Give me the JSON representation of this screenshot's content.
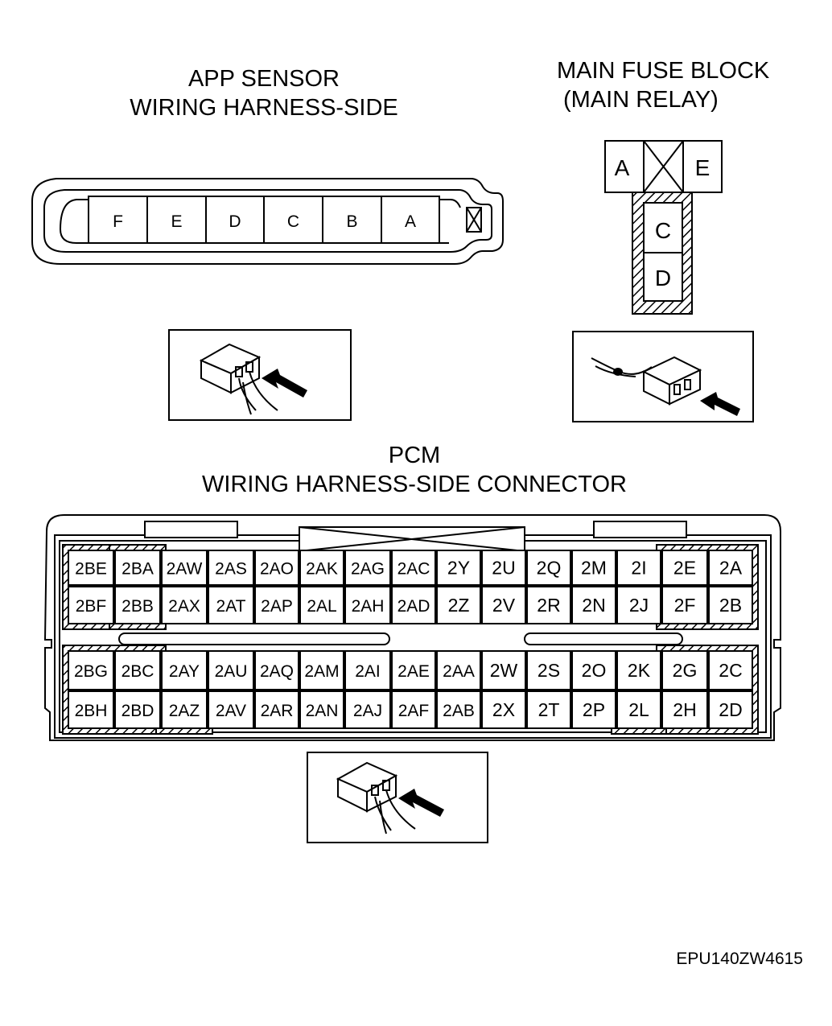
{
  "app_sensor": {
    "title_line1": "APP SENSOR",
    "title_line2": "WIRING HARNESS-SIDE",
    "pins": [
      "F",
      "E",
      "D",
      "C",
      "B",
      "A"
    ]
  },
  "main_fuse_block": {
    "title_line1": "MAIN FUSE BLOCK",
    "title_line2": "(MAIN RELAY)",
    "pins_top": [
      "A",
      "E"
    ],
    "pins_stack": [
      "C",
      "D"
    ]
  },
  "pcm": {
    "title_line1": "PCM",
    "title_line2": "WIRING HARNESS-SIDE CONNECTOR",
    "upper_rows": [
      [
        "2BE",
        "2BA",
        "2AW",
        "2AS",
        "2AO",
        "2AK",
        "2AG",
        "2AC",
        "2Y",
        "2U",
        "2Q",
        "2M",
        "2I",
        "2E",
        "2A"
      ],
      [
        "2BF",
        "2BB",
        "2AX",
        "2AT",
        "2AP",
        "2AL",
        "2AH",
        "2AD",
        "2Z",
        "2V",
        "2R",
        "2N",
        "2J",
        "2F",
        "2B"
      ]
    ],
    "lower_rows": [
      [
        "2BG",
        "2BC",
        "2AY",
        "2AU",
        "2AQ",
        "2AM",
        "2AI",
        "2AE",
        "2AA",
        "2W",
        "2S",
        "2O",
        "2K",
        "2G",
        "2C"
      ],
      [
        "2BH",
        "2BD",
        "2AZ",
        "2AV",
        "2AR",
        "2AN",
        "2AJ",
        "2AF",
        "2AB",
        "2X",
        "2T",
        "2P",
        "2L",
        "2H",
        "2D"
      ]
    ]
  },
  "figure_code": "EPU140ZW4615",
  "icons": [
    "connector-view-arrow-icon",
    "relay-connector-view-arrow-icon",
    "pcm-connector-view-arrow-icon"
  ]
}
